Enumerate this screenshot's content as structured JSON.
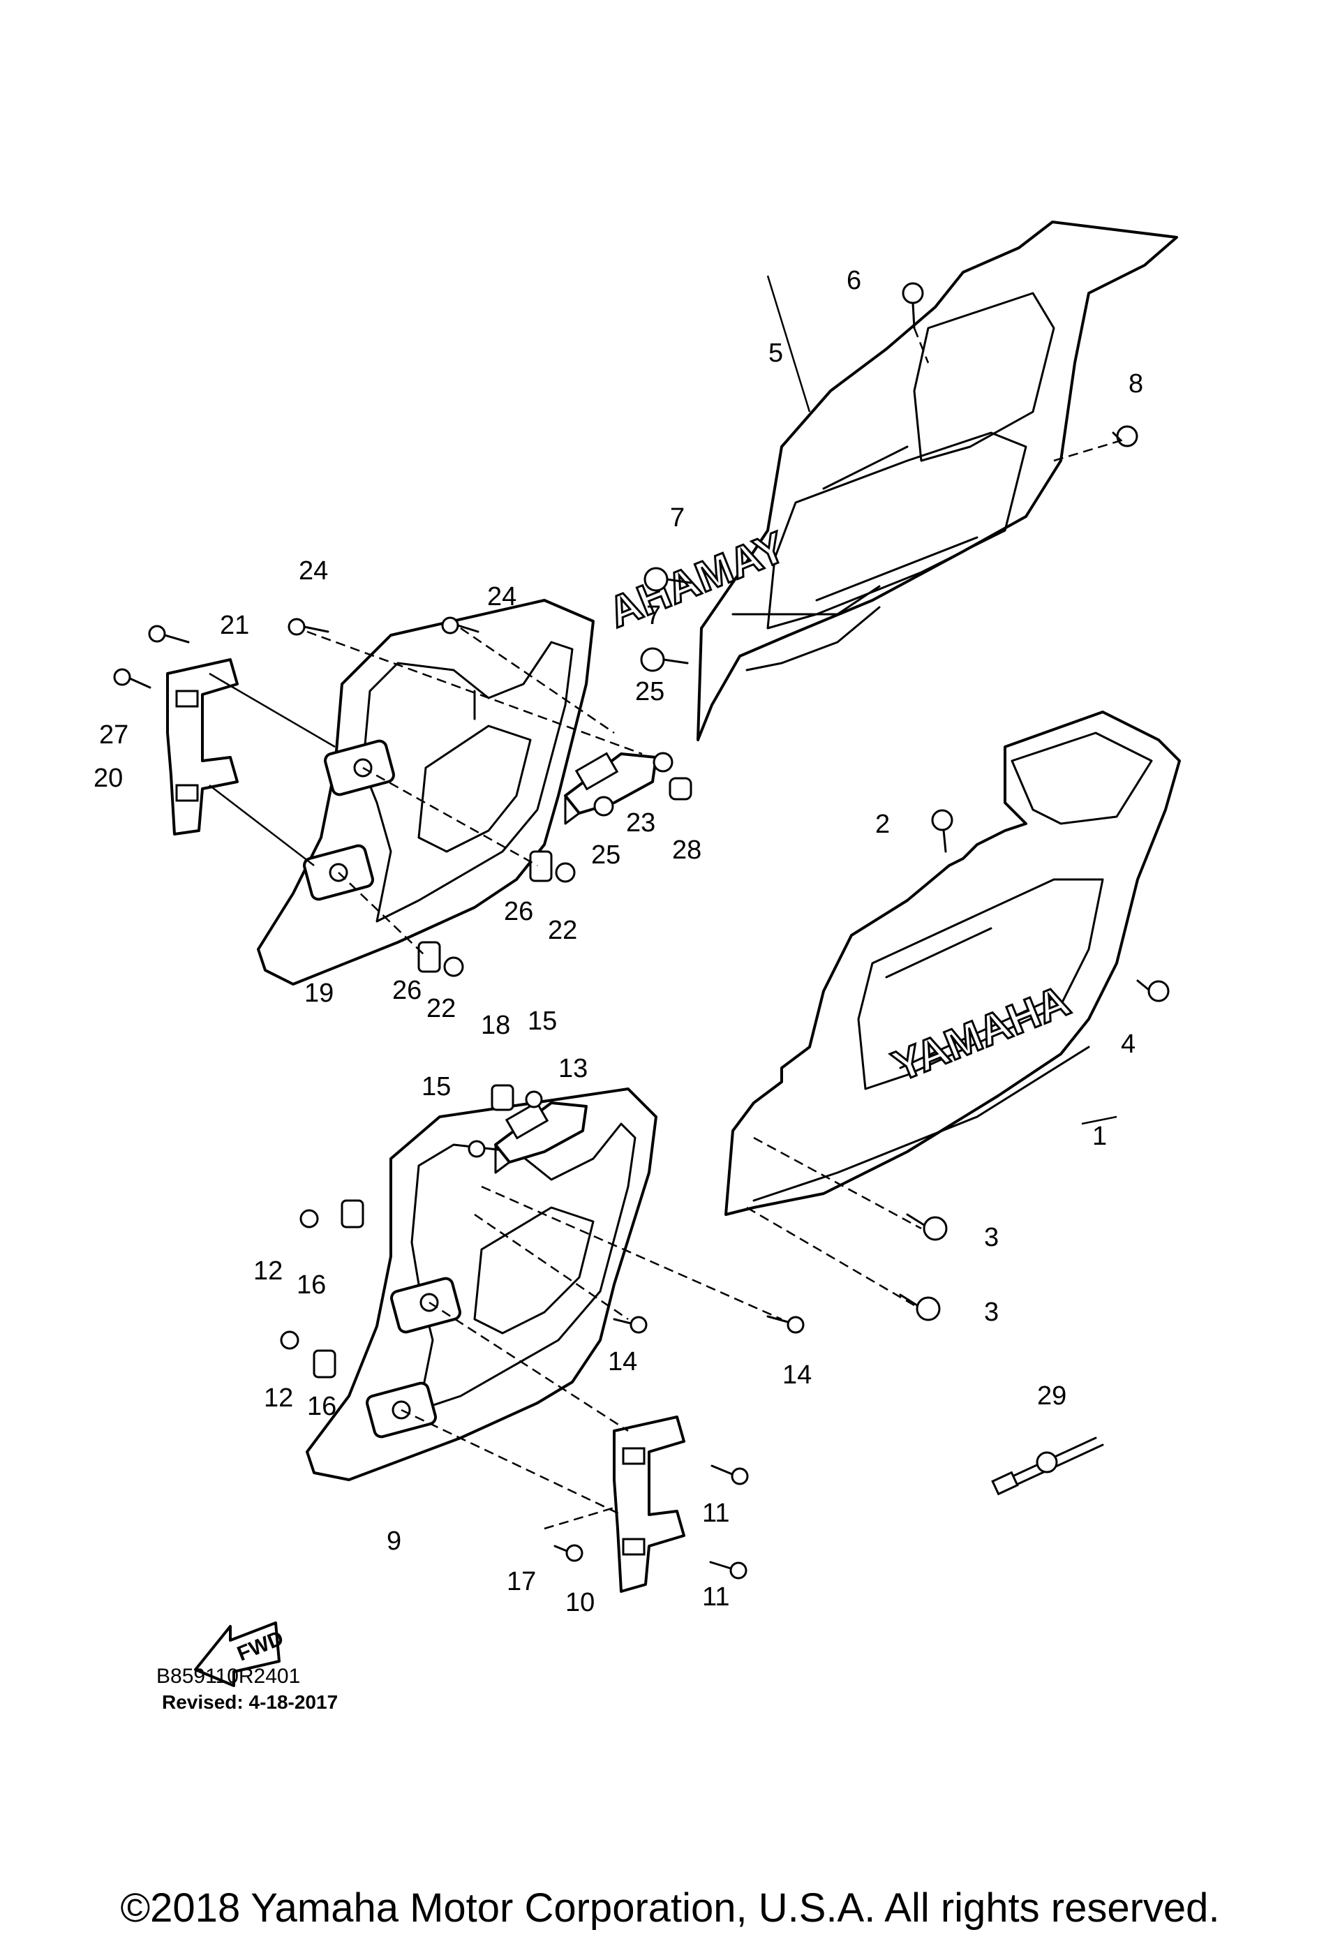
{
  "diagram": {
    "callouts": {
      "c1": "1",
      "c2": "2",
      "c3a": "3",
      "c3b": "3",
      "c4": "4",
      "c5": "5",
      "c6": "6",
      "c7a": "7",
      "c7b": "7",
      "c8": "8",
      "c9": "9",
      "c10": "10",
      "c11a": "11",
      "c11b": "11",
      "c12a": "12",
      "c12b": "12",
      "c13": "13",
      "c14a": "14",
      "c14b": "14",
      "c15a": "15",
      "c15b": "15",
      "c16a": "16",
      "c16b": "16",
      "c17": "17",
      "c18": "18",
      "c19": "19",
      "c20": "20",
      "c21": "21",
      "c22a": "22",
      "c22b": "22",
      "c23": "23",
      "c24a": "24",
      "c24b": "24",
      "c25a": "25",
      "c25b": "25",
      "c26a": "26",
      "c26b": "26",
      "c27": "27",
      "c28": "28",
      "c29": "29"
    },
    "panel_brand_right": "YAMAHA",
    "panel_brand_left": "YAMAHA",
    "fwd_label": "FWD"
  },
  "footer": {
    "diagram_id": "B859110R2401",
    "revised": "Revised: 4-18-2017",
    "copyright": "©2018 Yamaha Motor Corporation, U.S.A. All rights reserved."
  }
}
